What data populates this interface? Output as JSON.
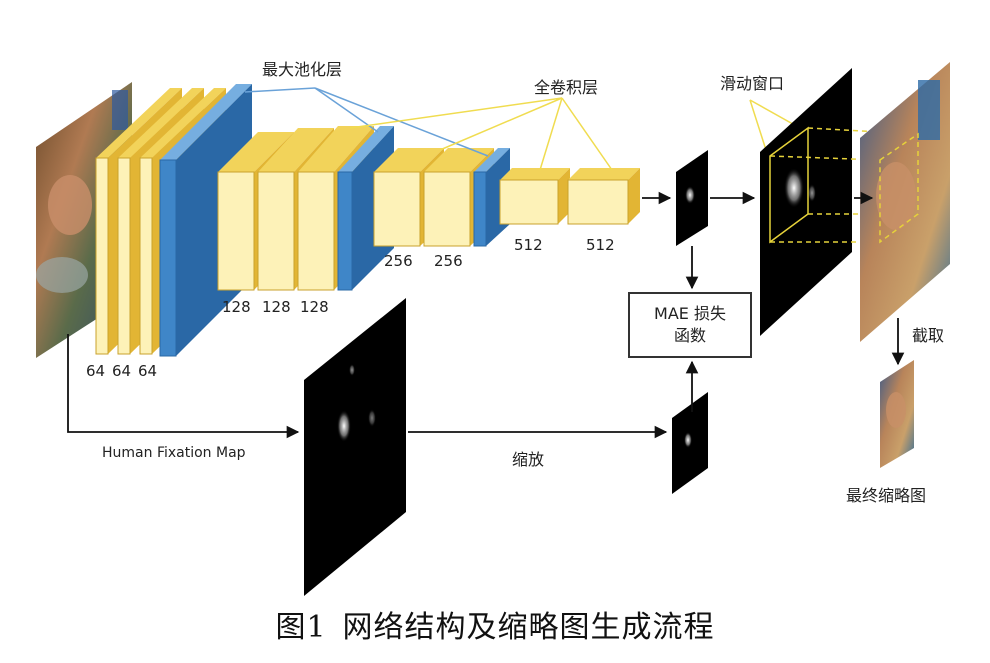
{
  "labels": {
    "max_pooling": "最大池化层",
    "full_conv": "全卷积层",
    "sliding_window": "滑动窗口",
    "mae_loss_line1": "MAE 损失",
    "mae_loss_line2": "函数",
    "crop": "截取",
    "final_thumbnail": "最终缩略图",
    "human_fixation_map": "Human Fixation Map",
    "scale": "缩放"
  },
  "layer_channels": {
    "block1": [
      "64",
      "64",
      "64"
    ],
    "block2": [
      "128",
      "128",
      "128"
    ],
    "block3": [
      "256",
      "256"
    ],
    "block4": [
      "512",
      "512"
    ]
  },
  "caption": {
    "figure_no": "图1",
    "title": "网络结构及缩略图生成流程"
  },
  "colors": {
    "conv_face": "#fdf2b8",
    "conv_side": "#e2b534",
    "conv_top": "#f2d35a",
    "pool_face": "#3f86c8",
    "pool_side": "#2a68a6",
    "pool_top": "#76aee0",
    "callout_blue": "#6aa2d8",
    "callout_yellow": "#f0dc50",
    "window_dashed": "#e6d23a"
  }
}
